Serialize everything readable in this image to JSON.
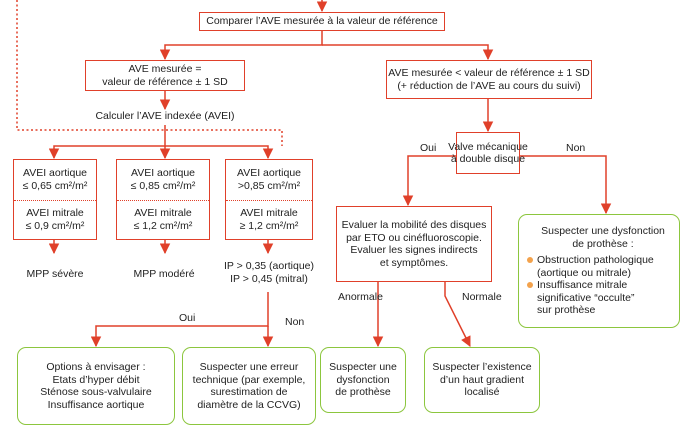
{
  "nodes": {
    "compare": {
      "lines": [
        "Comparer l’AVE mesurée à la valeur de référence"
      ]
    },
    "ave_equal": {
      "lines": [
        "AVE mesurée =",
        "valeur de  référence ± 1 SD"
      ]
    },
    "ave_less": {
      "lines": [
        "AVE mesurée < valeur de référence ± 1 SD",
        "(+ réduction de l’AVE au cours du suivi)"
      ]
    },
    "calc_avei": {
      "lines": [
        "Calculer l’AVE indexée (AVEI)"
      ]
    },
    "col1": {
      "top": [
        "AVEI  aortique",
        "≤ 0,65 cm²/m²"
      ],
      "bottom": [
        "AVEI mitrale",
        "≤ 0,9 cm²/m²"
      ]
    },
    "col2": {
      "top": [
        "AVEI  aortique",
        "≤  0,85 cm²/m²"
      ],
      "bottom": [
        "AVEI mitrale",
        "≤ 1,2 cm²/m²"
      ]
    },
    "col3": {
      "top": [
        "AVEI  aortique",
        ">0,85 cm²/m²"
      ],
      "bottom": [
        "AVEI mitrale",
        "≥  1,2 cm²/m²"
      ]
    },
    "mpp_severe": {
      "lines": [
        "MPP sévère"
      ]
    },
    "mpp_modere": {
      "lines": [
        "MPP modéré"
      ]
    },
    "ip": {
      "lines": [
        "IP > 0,35 (aortique)",
        "IP > 0,45 (mitral)"
      ]
    },
    "valve": {
      "lines": [
        "Valve mécanique",
        "à double disque"
      ]
    },
    "evaluer": {
      "lines": [
        "Evaluer la mobilité des disques",
        "par ETO ou cinéfluoroscopie.",
        "Evaluer les signes indirects",
        "et symptômes."
      ]
    },
    "options": {
      "lines": [
        "Options à envisager :",
        "Etats d’hyper débit",
        "Sténose sous-valvulaire",
        "Insuffisance aortique"
      ]
    },
    "erreur": {
      "lines": [
        "Suspecter une erreur",
        "technique (par exemple,",
        "surestimation de",
        "diamètre de la CCVG)"
      ]
    },
    "dysfonction": {
      "lines": [
        "Suspecter une",
        "dysfonction",
        "de  prothèse"
      ]
    },
    "gradient": {
      "lines": [
        "Suspecter l’existence",
        "d’un haut gradient",
        "localisé"
      ]
    },
    "suspect_right": {
      "title": [
        "Suspecter une dysfonction",
        "de prothèse :"
      ],
      "bullet1": [
        "Obstruction pathologique",
        "(aortique ou mitrale)"
      ],
      "bullet2": [
        "Insuffisance mitrale",
        "significative “occulte”",
        "sur prothèse"
      ]
    }
  },
  "edge_labels": {
    "oui_left": "Oui",
    "non_left": "Non",
    "oui_valve": "Oui",
    "non_valve": "Non",
    "anormale": "Anormale",
    "normale": "Normale"
  },
  "colors": {
    "accent": "#e0402a",
    "bullet": "#f3a24c",
    "green": "#8cc63e"
  }
}
